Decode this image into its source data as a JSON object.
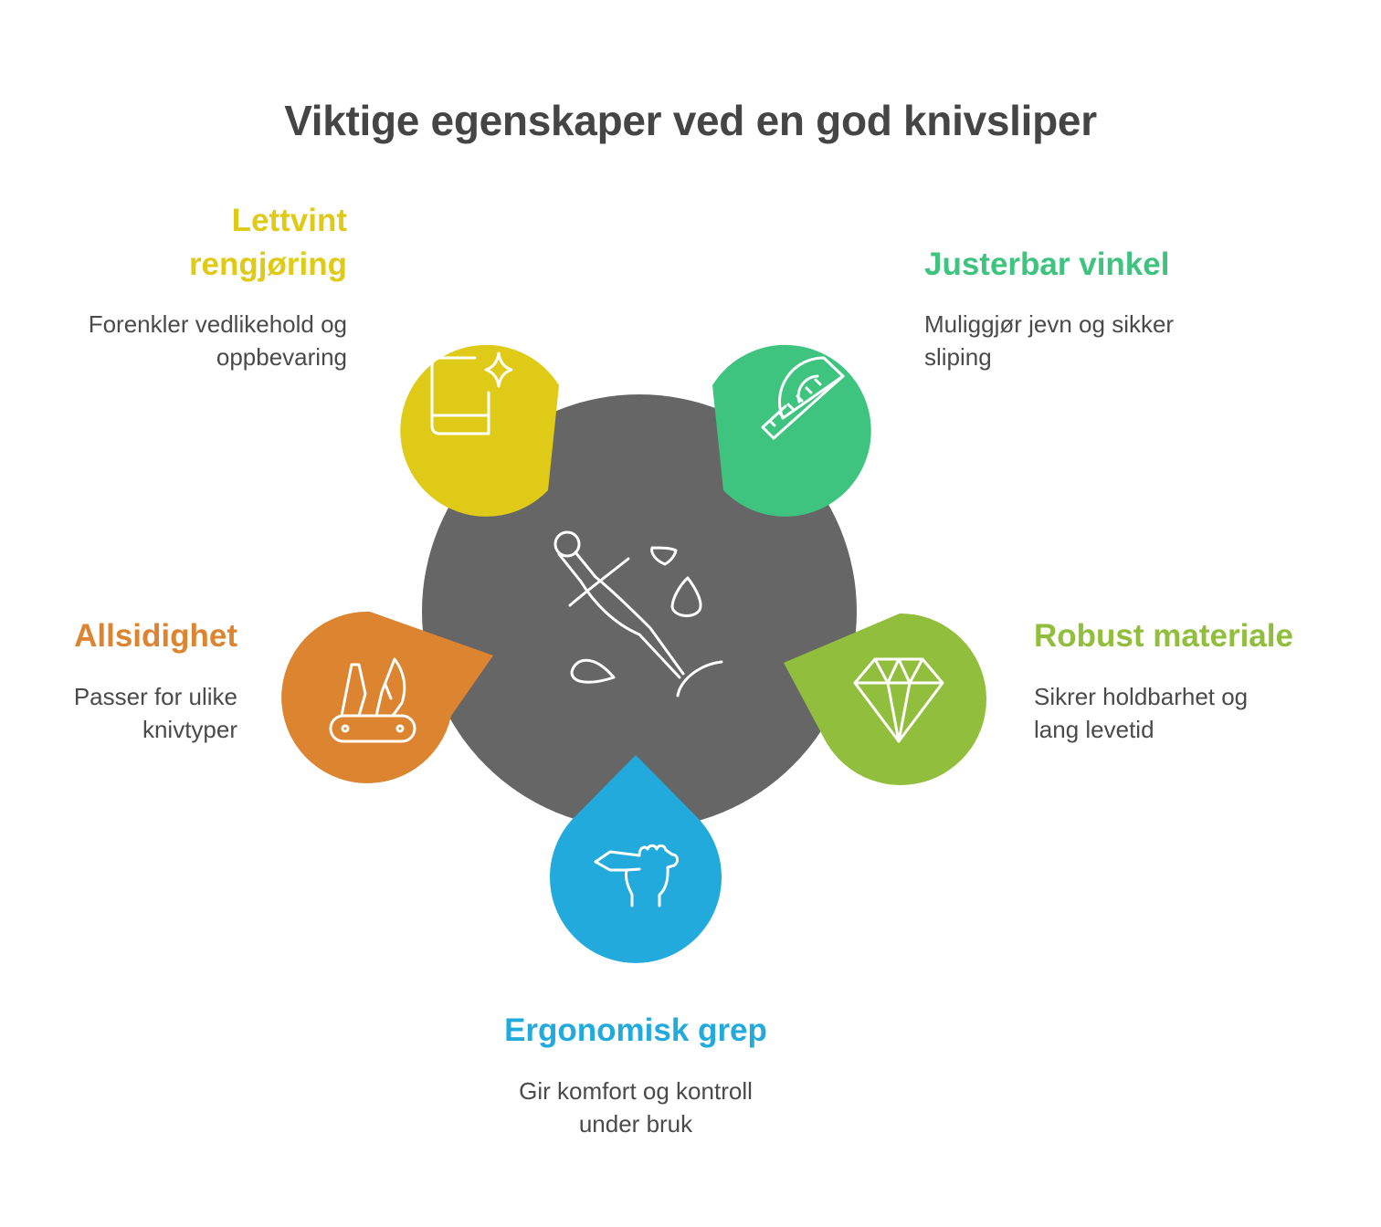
{
  "title": "Viktige egenskaper ved en god knivsliper",
  "colors": {
    "center": "#666666",
    "lettvint": "#DFCB17",
    "justerbar": "#3EC47F",
    "robust": "#92BE3D",
    "ergonomisk": "#21AADB",
    "allsidighet": "#DD8430"
  },
  "icons": {
    "center": "knife-sharpening-icon",
    "lettvint": "tablet-sparkle-icon",
    "justerbar": "protractor-icon",
    "robust": "diamond-icon",
    "ergonomisk": "hand-knife-icon",
    "allsidighet": "pocket-knife-icon"
  },
  "items": {
    "lettvint": {
      "heading_line1": "Lettvint",
      "heading_line2": "rengjøring",
      "desc_line1": "Forenkler vedlikehold og",
      "desc_line2": "oppbevaring"
    },
    "justerbar": {
      "heading": "Justerbar vinkel",
      "desc_line1": "Muliggjør jevn og sikker",
      "desc_line2": "sliping"
    },
    "allsidighet": {
      "heading": "Allsidighet",
      "desc_line1": "Passer for ulike",
      "desc_line2": "knivtyper"
    },
    "robust": {
      "heading": "Robust materiale",
      "desc_line1": "Sikrer holdbarhet og",
      "desc_line2": "lang levetid"
    },
    "ergonomisk": {
      "heading": "Ergonomisk grep",
      "desc_line1": "Gir komfort og kontroll",
      "desc_line2": "under bruk"
    }
  }
}
